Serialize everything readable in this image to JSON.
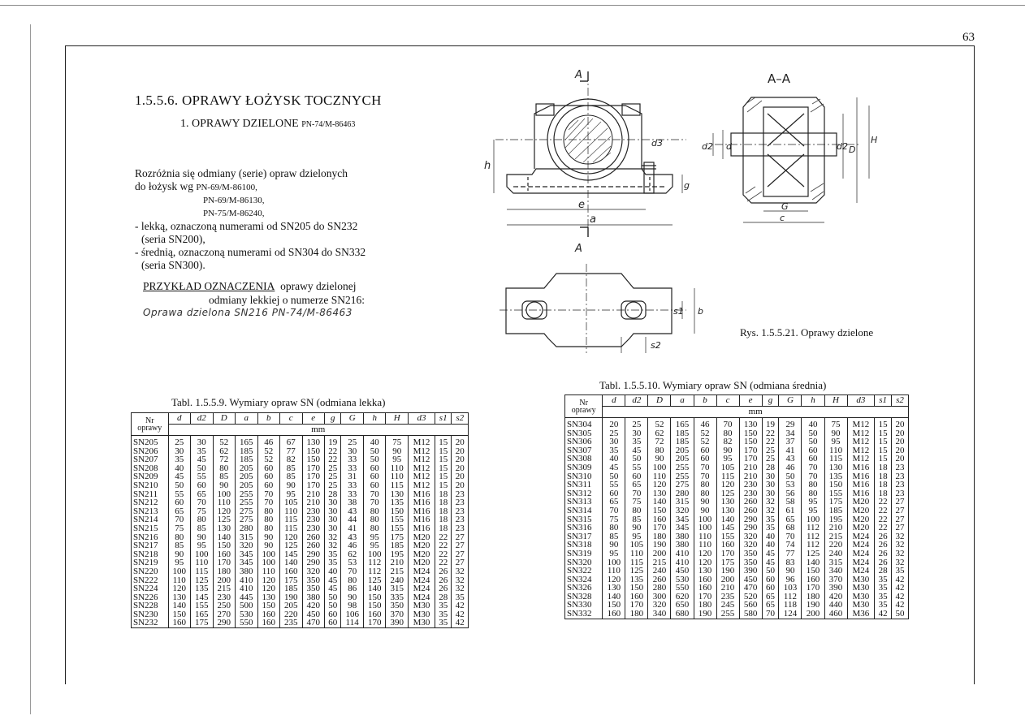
{
  "page_number": "63",
  "heading": "1.5.5.6. OPRAWY ŁOŻYSK TOCZNYCH",
  "subheading": "1. OPRAWY DZIELONE",
  "subheading_std": "PN-74/M-86463",
  "desc": {
    "line1": "Rozróżnia się odmiany (serie) opraw dzielonych",
    "line2": "do łożysk wg",
    "std1": "PN-69/M-86100,",
    "std2": "PN-69/M-86130,",
    "std3": "PN-75/M-86240,",
    "light": "- lekką, oznaczoną numerami od SN205 do SN232",
    "light2": "(seria SN200),",
    "medium": "- średnią, oznaczoną numerami od SN304 do SN332",
    "medium2": "(seria SN300)."
  },
  "example": {
    "label": "PRZYKŁAD OZNACZENIA",
    "text1": "oprawy dzielonej",
    "text2": "odmiany lekkiej o numerze SN216:",
    "designation": "Oprawa dzielona SN216    PN-74/M-86463"
  },
  "figure_caption": "Rys. 1.5.5.21. Oprawy dzielone",
  "drawing_labels": {
    "section_a": "A",
    "section_title": "A–A",
    "h": "h",
    "d3": "d3",
    "g": "g",
    "e": "e",
    "a": "a",
    "d2": "d2",
    "d": "d",
    "D": "D",
    "H": "H",
    "G": "G",
    "c": "c",
    "s1": "s1",
    "b": "b",
    "s2": "s2"
  },
  "units": "mm",
  "columns": [
    "d",
    "d2",
    "D",
    "a",
    "b",
    "c",
    "e",
    "g",
    "G",
    "h",
    "H",
    "d3",
    "s1",
    "s2"
  ],
  "col_header_nr": [
    "Nr",
    "oprawy"
  ],
  "table_light": {
    "caption": "Tabl. 1.5.5.9.  Wymiary opraw SN (odmiana lekka)",
    "rows": [
      [
        "SN205",
        "25",
        "30",
        "52",
        "165",
        "46",
        "67",
        "130",
        "19",
        "25",
        "40",
        "75",
        "M12",
        "15",
        "20"
      ],
      [
        "SN206",
        "30",
        "35",
        "62",
        "185",
        "52",
        "77",
        "150",
        "22",
        "30",
        "50",
        "90",
        "M12",
        "15",
        "20"
      ],
      [
        "SN207",
        "35",
        "45",
        "72",
        "185",
        "52",
        "82",
        "150",
        "22",
        "33",
        "50",
        "95",
        "M12",
        "15",
        "20"
      ],
      [
        "SN208",
        "40",
        "50",
        "80",
        "205",
        "60",
        "85",
        "170",
        "25",
        "33",
        "60",
        "110",
        "M12",
        "15",
        "20"
      ],
      [
        "SN209",
        "45",
        "55",
        "85",
        "205",
        "60",
        "85",
        "170",
        "25",
        "31",
        "60",
        "110",
        "M12",
        "15",
        "20"
      ],
      [
        "SN210",
        "50",
        "60",
        "90",
        "205",
        "60",
        "90",
        "170",
        "25",
        "33",
        "60",
        "115",
        "M12",
        "15",
        "20"
      ],
      [
        "SN211",
        "55",
        "65",
        "100",
        "255",
        "70",
        "95",
        "210",
        "28",
        "33",
        "70",
        "130",
        "M16",
        "18",
        "23"
      ],
      [
        "SN212",
        "60",
        "70",
        "110",
        "255",
        "70",
        "105",
        "210",
        "30",
        "38",
        "70",
        "135",
        "M16",
        "18",
        "23"
      ],
      [
        "SN213",
        "65",
        "75",
        "120",
        "275",
        "80",
        "110",
        "230",
        "30",
        "43",
        "80",
        "150",
        "M16",
        "18",
        "23"
      ],
      [
        "SN214",
        "70",
        "80",
        "125",
        "275",
        "80",
        "115",
        "230",
        "30",
        "44",
        "80",
        "155",
        "M16",
        "18",
        "23"
      ],
      [
        "SN215",
        "75",
        "85",
        "130",
        "280",
        "80",
        "115",
        "230",
        "30",
        "41",
        "80",
        "155",
        "M16",
        "18",
        "23"
      ],
      [
        "SN216",
        "80",
        "90",
        "140",
        "315",
        "90",
        "120",
        "260",
        "32",
        "43",
        "95",
        "175",
        "M20",
        "22",
        "27"
      ],
      [
        "SN217",
        "85",
        "95",
        "150",
        "320",
        "90",
        "125",
        "260",
        "32",
        "46",
        "95",
        "185",
        "M20",
        "22",
        "27"
      ],
      [
        "SN218",
        "90",
        "100",
        "160",
        "345",
        "100",
        "145",
        "290",
        "35",
        "62",
        "100",
        "195",
        "M20",
        "22",
        "27"
      ],
      [
        "SN219",
        "95",
        "110",
        "170",
        "345",
        "100",
        "140",
        "290",
        "35",
        "53",
        "112",
        "210",
        "M20",
        "22",
        "27"
      ],
      [
        "SN220",
        "100",
        "115",
        "180",
        "380",
        "110",
        "160",
        "320",
        "40",
        "70",
        "112",
        "215",
        "M24",
        "26",
        "32"
      ],
      [
        "SN222",
        "110",
        "125",
        "200",
        "410",
        "120",
        "175",
        "350",
        "45",
        "80",
        "125",
        "240",
        "M24",
        "26",
        "32"
      ],
      [
        "SN224",
        "120",
        "135",
        "215",
        "410",
        "120",
        "185",
        "350",
        "45",
        "86",
        "140",
        "315",
        "M24",
        "26",
        "32"
      ],
      [
        "SN226",
        "130",
        "145",
        "230",
        "445",
        "130",
        "190",
        "380",
        "50",
        "90",
        "150",
        "335",
        "M24",
        "28",
        "35"
      ],
      [
        "SN228",
        "140",
        "155",
        "250",
        "500",
        "150",
        "205",
        "420",
        "50",
        "98",
        "150",
        "350",
        "M30",
        "35",
        "42"
      ],
      [
        "SN230",
        "150",
        "165",
        "270",
        "530",
        "160",
        "220",
        "450",
        "60",
        "106",
        "160",
        "370",
        "M30",
        "35",
        "42"
      ],
      [
        "SN232",
        "160",
        "175",
        "290",
        "550",
        "160",
        "235",
        "470",
        "60",
        "114",
        "170",
        "390",
        "M30",
        "35",
        "42"
      ]
    ]
  },
  "table_medium": {
    "caption": "Tabl. 1.5.5.10.  Wymiary opraw SN (odmiana średnia)",
    "rows": [
      [
        "SN304",
        "20",
        "25",
        "52",
        "165",
        "46",
        "70",
        "130",
        "19",
        "29",
        "40",
        "75",
        "M12",
        "15",
        "20"
      ],
      [
        "SN305",
        "25",
        "30",
        "62",
        "185",
        "52",
        "80",
        "150",
        "22",
        "34",
        "50",
        "90",
        "M12",
        "15",
        "20"
      ],
      [
        "SN306",
        "30",
        "35",
        "72",
        "185",
        "52",
        "82",
        "150",
        "22",
        "37",
        "50",
        "95",
        "M12",
        "15",
        "20"
      ],
      [
        "SN307",
        "35",
        "45",
        "80",
        "205",
        "60",
        "90",
        "170",
        "25",
        "41",
        "60",
        "110",
        "M12",
        "15",
        "20"
      ],
      [
        "SN308",
        "40",
        "50",
        "90",
        "205",
        "60",
        "95",
        "170",
        "25",
        "43",
        "60",
        "115",
        "M12",
        "15",
        "20"
      ],
      [
        "SN309",
        "45",
        "55",
        "100",
        "255",
        "70",
        "105",
        "210",
        "28",
        "46",
        "70",
        "130",
        "M16",
        "18",
        "23"
      ],
      [
        "SN310",
        "50",
        "60",
        "110",
        "255",
        "70",
        "115",
        "210",
        "30",
        "50",
        "70",
        "135",
        "M16",
        "18",
        "23"
      ],
      [
        "SN311",
        "55",
        "65",
        "120",
        "275",
        "80",
        "120",
        "230",
        "30",
        "53",
        "80",
        "150",
        "M16",
        "18",
        "23"
      ],
      [
        "SN312",
        "60",
        "70",
        "130",
        "280",
        "80",
        "125",
        "230",
        "30",
        "56",
        "80",
        "155",
        "M16",
        "18",
        "23"
      ],
      [
        "SN313",
        "65",
        "75",
        "140",
        "315",
        "90",
        "130",
        "260",
        "32",
        "58",
        "95",
        "175",
        "M20",
        "22",
        "27"
      ],
      [
        "SN314",
        "70",
        "80",
        "150",
        "320",
        "90",
        "130",
        "260",
        "32",
        "61",
        "95",
        "185",
        "M20",
        "22",
        "27"
      ],
      [
        "SN315",
        "75",
        "85",
        "160",
        "345",
        "100",
        "140",
        "290",
        "35",
        "65",
        "100",
        "195",
        "M20",
        "22",
        "27"
      ],
      [
        "SN316",
        "80",
        "90",
        "170",
        "345",
        "100",
        "145",
        "290",
        "35",
        "68",
        "112",
        "210",
        "M20",
        "22",
        "27"
      ],
      [
        "SN317",
        "85",
        "95",
        "180",
        "380",
        "110",
        "155",
        "320",
        "40",
        "70",
        "112",
        "215",
        "M24",
        "26",
        "32"
      ],
      [
        "SN318",
        "90",
        "105",
        "190",
        "380",
        "110",
        "160",
        "320",
        "40",
        "74",
        "112",
        "220",
        "M24",
        "26",
        "32"
      ],
      [
        "SN319",
        "95",
        "110",
        "200",
        "410",
        "120",
        "170",
        "350",
        "45",
        "77",
        "125",
        "240",
        "M24",
        "26",
        "32"
      ],
      [
        "SN320",
        "100",
        "115",
        "215",
        "410",
        "120",
        "175",
        "350",
        "45",
        "83",
        "140",
        "315",
        "M24",
        "26",
        "32"
      ],
      [
        "SN322",
        "110",
        "125",
        "240",
        "450",
        "130",
        "190",
        "390",
        "50",
        "90",
        "150",
        "340",
        "M24",
        "28",
        "35"
      ],
      [
        "SN324",
        "120",
        "135",
        "260",
        "530",
        "160",
        "200",
        "450",
        "60",
        "96",
        "160",
        "370",
        "M30",
        "35",
        "42"
      ],
      [
        "SN326",
        "130",
        "150",
        "280",
        "550",
        "160",
        "210",
        "470",
        "60",
        "103",
        "170",
        "390",
        "M30",
        "35",
        "42"
      ],
      [
        "SN328",
        "140",
        "160",
        "300",
        "620",
        "170",
        "235",
        "520",
        "65",
        "112",
        "180",
        "420",
        "M30",
        "35",
        "42"
      ],
      [
        "SN330",
        "150",
        "170",
        "320",
        "650",
        "180",
        "245",
        "560",
        "65",
        "118",
        "190",
        "440",
        "M30",
        "35",
        "42"
      ],
      [
        "SN332",
        "160",
        "180",
        "340",
        "680",
        "190",
        "255",
        "580",
        "70",
        "124",
        "200",
        "460",
        "M36",
        "42",
        "50"
      ]
    ]
  }
}
